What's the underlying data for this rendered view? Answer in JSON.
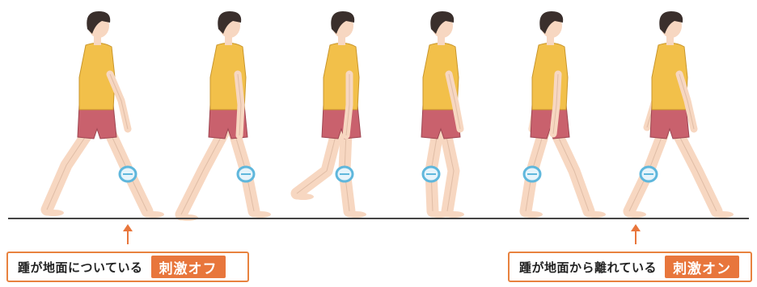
{
  "colors": {
    "shirt": "#f2c04a",
    "shorts": "#c9616d",
    "skin": "#f7d7c1",
    "hair": "#3a2f2c",
    "device": "#5fb7dc",
    "ground": "#444444",
    "accent": "#e8763c"
  },
  "figures": [
    {
      "phase": "heel-strike"
    },
    {
      "phase": "loading"
    },
    {
      "phase": "mid-swing"
    },
    {
      "phase": "mid-stance"
    },
    {
      "phase": "terminal-stance"
    },
    {
      "phase": "pre-swing"
    }
  ],
  "callouts": {
    "left": {
      "description": "踵が地面についている",
      "badge": "刺激オフ"
    },
    "right": {
      "description": "踵が地面から離れている",
      "badge": "刺激オン"
    }
  }
}
